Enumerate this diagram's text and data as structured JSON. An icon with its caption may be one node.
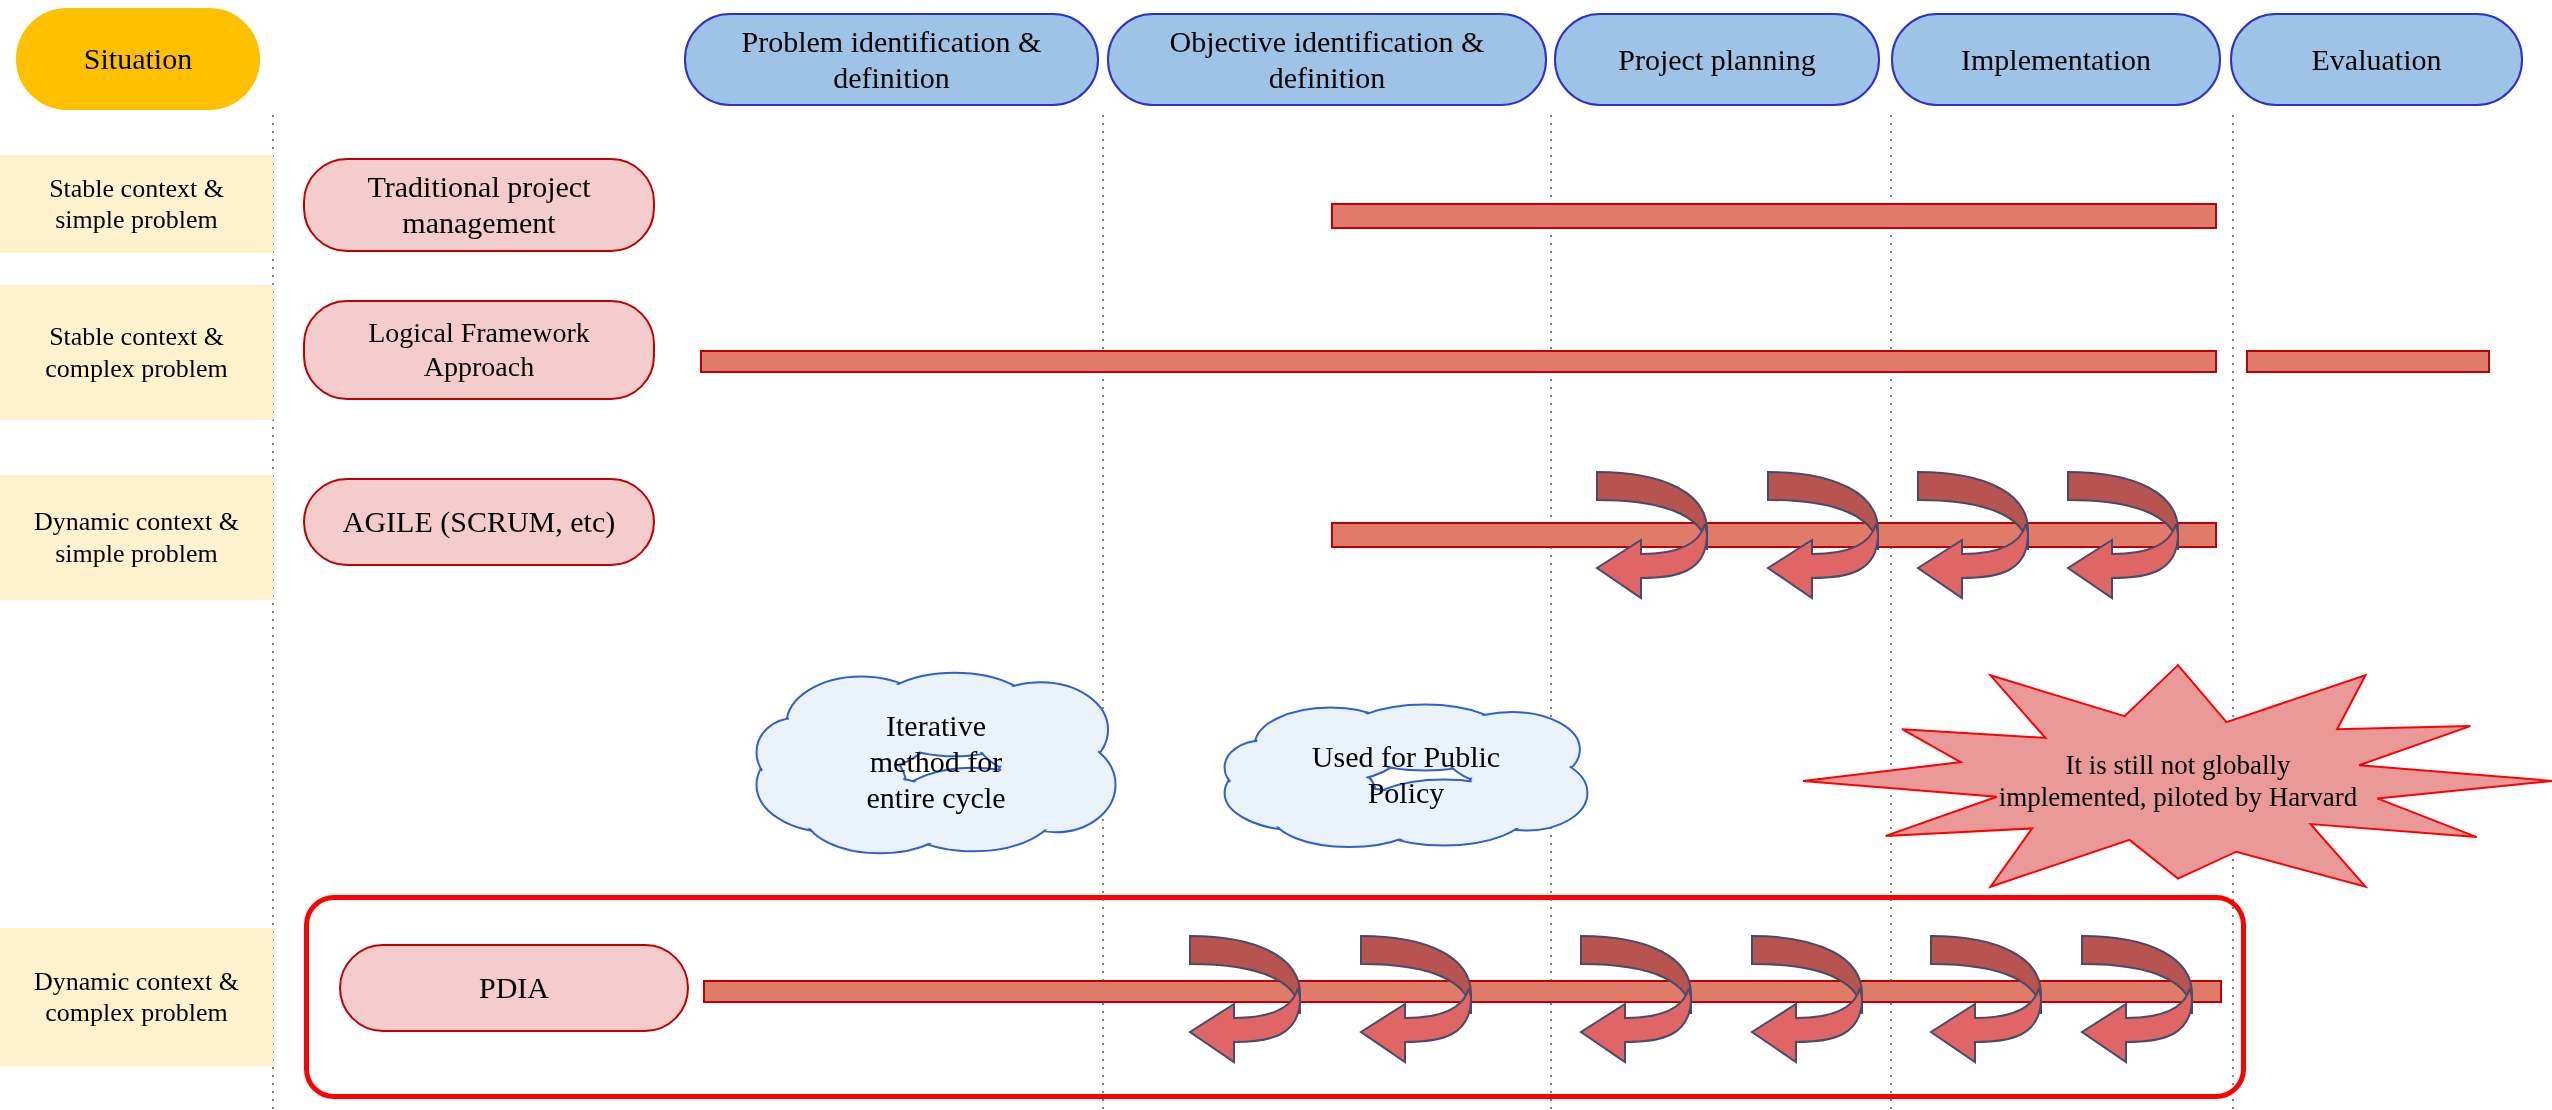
{
  "diagram": {
    "nodes": [
      {
        "text": [
          "Situation"
        ]
      },
      {
        "text": [
          "Problem identification & definition"
        ]
      },
      {
        "text": [
          "Objective identification & definition"
        ]
      },
      {
        "text": [
          "Project planning"
        ]
      },
      {
        "text": [
          "Implementation"
        ]
      },
      {
        "text": [
          "Evaluation"
        ]
      },
      {
        "text": [
          "Stable context & simple problem"
        ]
      },
      {
        "text": [
          "Traditional project management"
        ]
      },
      {
        "text": [
          "Stable context & complex problem"
        ]
      },
      {
        "text": [
          "Logical Framework Approach"
        ]
      },
      {
        "text": [
          "Dynamic context & simple problem"
        ]
      },
      {
        "text": [
          "AGILE (SCRUM, etc)"
        ]
      },
      {
        "text": [
          "Iterative method for entire cycle"
        ]
      },
      {
        "text": [
          "Used for Public Policy"
        ]
      },
      {
        "text": [
          "It is still not globally implemented, piloted by Harvard"
        ]
      },
      {
        "text": [
          "Dynamic context & complex problem"
        ]
      },
      {
        "text": [],
        "shape": "box"
      },
      {
        "text": [
          "PDIA"
        ],
        "in": 16
      },
      {
        "text": [],
        "shape": "bar"
      },
      {
        "text": [],
        "shape": "bar"
      },
      {
        "text": [],
        "shape": "bar"
      },
      {
        "text": [],
        "shape": "bar"
      },
      {
        "text": [],
        "shape": "bar",
        "in": 16
      }
    ],
    "edges": []
  }
}
